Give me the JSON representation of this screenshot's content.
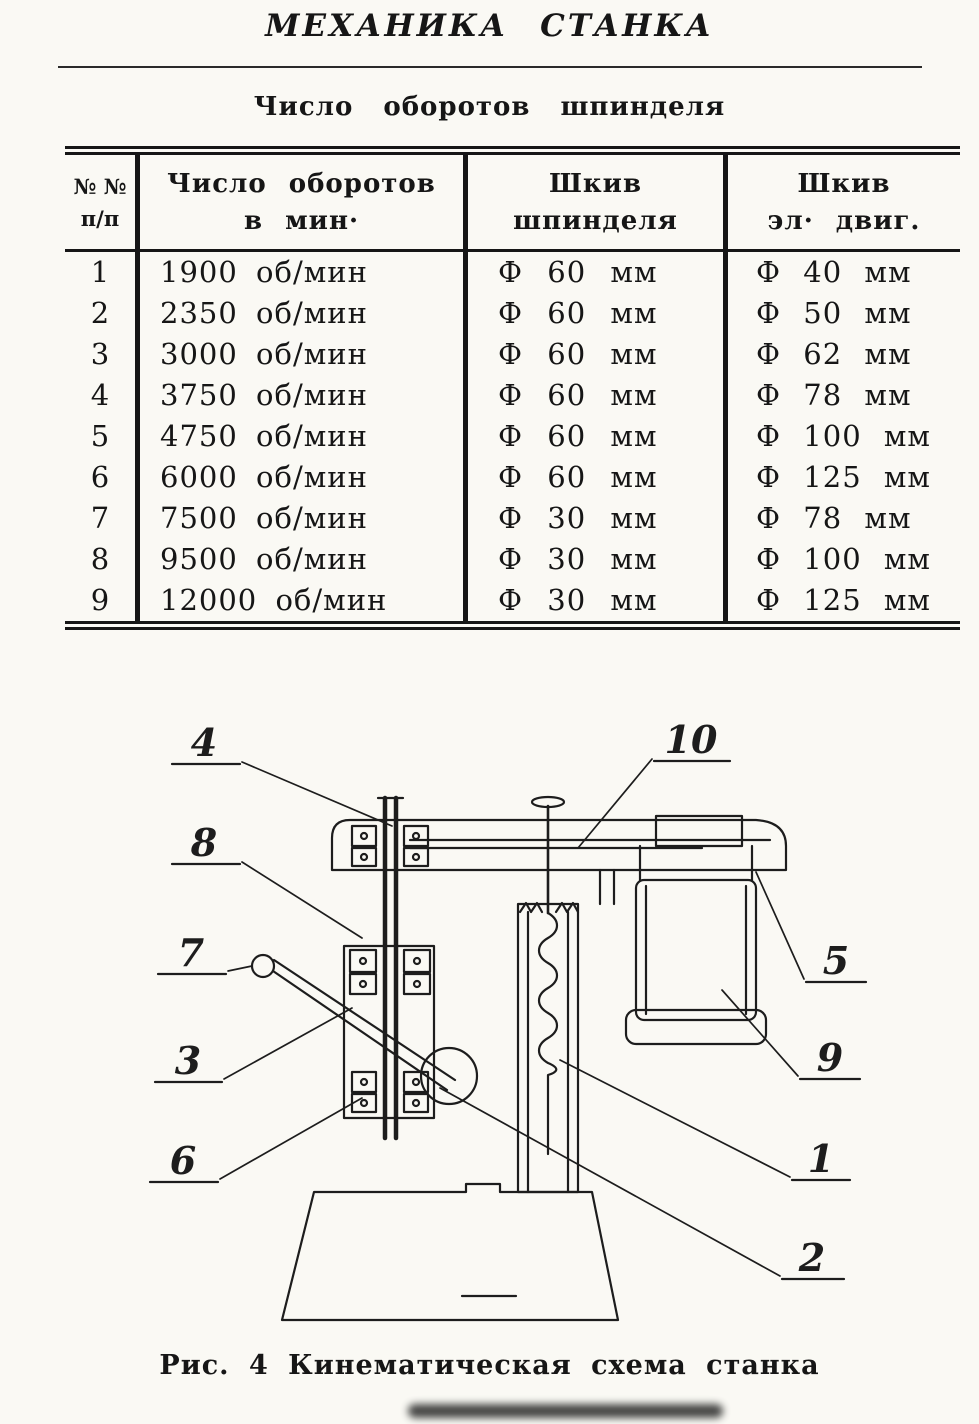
{
  "page": {
    "title": "МЕХАНИКА СТАНКА",
    "subtitle": "Число оборотов шпинделя"
  },
  "table": {
    "header": {
      "num_line1": "№ №",
      "num_line2": "п/п",
      "rpm_line1": "Число оборотов",
      "rpm_line2": "в мин·",
      "spindle_line1": "Шкив",
      "spindle_line2": "шпинделя",
      "motor_line1": "Шкив",
      "motor_line2": "эл· двиг."
    },
    "rows": [
      {
        "num": "1",
        "rpm": "1900 об/мин",
        "spindle": "Ф 60 мм",
        "motor": "Ф 40 мм"
      },
      {
        "num": "2",
        "rpm": "2350 об/мин",
        "spindle": "Ф 60 мм",
        "motor": "Ф 50 мм"
      },
      {
        "num": "3",
        "rpm": "3000 об/мин",
        "spindle": "Ф 60 мм",
        "motor": "Ф 62 мм"
      },
      {
        "num": "4",
        "rpm": "3750 об/мин",
        "spindle": "Ф 60 мм",
        "motor": "Ф 78 мм"
      },
      {
        "num": "5",
        "rpm": "4750 об/мин",
        "spindle": "Ф 60 мм",
        "motor": "Ф 100 мм"
      },
      {
        "num": "6",
        "rpm": "6000 об/мин",
        "spindle": "Ф 60 мм",
        "motor": "Ф 125 мм"
      },
      {
        "num": "7",
        "rpm": "7500 об/мин",
        "spindle": "Ф 30 мм",
        "motor": "Ф 78 мм"
      },
      {
        "num": "8",
        "rpm": "9500 об/мин",
        "spindle": "Ф 30 мм",
        "motor": "Ф 100 мм"
      },
      {
        "num": "9",
        "rpm": "12000 об/мин",
        "spindle": "Ф 30 мм",
        "motor": "Ф 125 мм"
      }
    ]
  },
  "figure": {
    "caption": "Рис. 4 Кинематическая схема станка",
    "labels": [
      "4",
      "10",
      "8",
      "7",
      "5",
      "3",
      "9",
      "6",
      "1",
      "2"
    ]
  }
}
